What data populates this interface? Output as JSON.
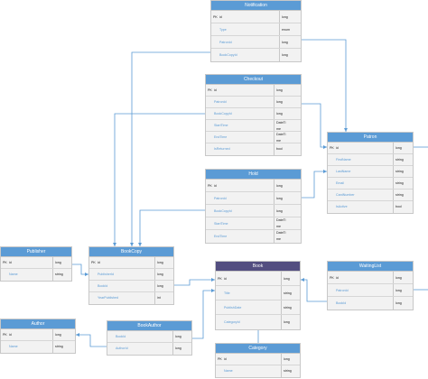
{
  "entities": [
    {
      "id": "notification",
      "title": "Notification",
      "header": "blue",
      "rows": [
        {
          "pk": "PK",
          "name": "id",
          "type": "long"
        },
        {
          "name": "Type",
          "type": "enum"
        },
        {
          "name": "PatronId",
          "type": "long"
        },
        {
          "name": "BookCopyId",
          "type": "long"
        }
      ]
    },
    {
      "id": "checkout",
      "title": "Checkout",
      "header": "blue",
      "rows": [
        {
          "pk": "PK",
          "name": "id",
          "type": "long"
        },
        {
          "name": "PatronId",
          "type": "long"
        },
        {
          "name": "BookCopyId",
          "type": "long"
        },
        {
          "name": "StartTime",
          "type": "DateTi\nme"
        },
        {
          "name": "EndTime",
          "type": "DateTi\nme"
        },
        {
          "name": "IsReturned",
          "type": "bool"
        }
      ]
    },
    {
      "id": "patron",
      "title": "Patron",
      "header": "blue",
      "rows": [
        {
          "pk": "PK",
          "name": "id",
          "type": "long"
        },
        {
          "name": "FirstName",
          "type": "string"
        },
        {
          "name": "LastName",
          "type": "string"
        },
        {
          "name": "Email",
          "type": "string"
        },
        {
          "name": "CardNumber",
          "type": "string"
        },
        {
          "name": "IsActive",
          "type": "bool"
        }
      ]
    },
    {
      "id": "hold",
      "title": "Hold",
      "header": "blue",
      "rows": [
        {
          "pk": "PK",
          "name": "id",
          "type": "long"
        },
        {
          "name": "PatronId",
          "type": "long"
        },
        {
          "name": "BookCopyId",
          "type": "long"
        },
        {
          "name": "StartTime",
          "type": "DateTi\nme"
        },
        {
          "name": "EndTime",
          "type": "DateTi\nme"
        }
      ]
    },
    {
      "id": "publisher",
      "title": "Publisher",
      "header": "blue",
      "rows": [
        {
          "pk": "PK",
          "name": "id",
          "type": "long"
        },
        {
          "name": "Name",
          "type": "string"
        }
      ]
    },
    {
      "id": "bookcopy",
      "title": "BookCopy",
      "header": "blue",
      "rows": [
        {
          "pk": "PK",
          "name": "id",
          "type": "long"
        },
        {
          "name": "PublisherId",
          "type": "long"
        },
        {
          "name": "BookId",
          "type": "long"
        },
        {
          "name": "YearPublished",
          "type": "int"
        }
      ]
    },
    {
      "id": "book",
      "title": "Book",
      "header": "dark",
      "rows": [
        {
          "pk": "PK",
          "name": "id",
          "type": "long"
        },
        {
          "name": "Title",
          "type": "string"
        },
        {
          "name": "PublishDate",
          "type": "string"
        },
        {
          "name": "CategoryId",
          "type": "long"
        }
      ]
    },
    {
      "id": "waitinglist",
      "title": "WaitingList",
      "header": "blue",
      "rows": [
        {
          "pk": "PK",
          "name": "id",
          "type": "long"
        },
        {
          "name": "PatronId",
          "type": "long"
        },
        {
          "name": "BookId",
          "type": "long"
        }
      ]
    },
    {
      "id": "author",
      "title": "Author",
      "header": "blue",
      "rows": [
        {
          "pk": "PK",
          "name": "id",
          "type": "long"
        },
        {
          "name": "Name",
          "type": "string"
        }
      ]
    },
    {
      "id": "bookauthor",
      "title": "BookAuthor",
      "header": "blue",
      "rows": [
        {
          "name": "BookId",
          "type": "long"
        },
        {
          "name": "AuthorId",
          "type": "long"
        }
      ]
    },
    {
      "id": "category",
      "title": "Category",
      "header": "blue",
      "rows": [
        {
          "pk": "PK",
          "name": "id",
          "type": "long"
        },
        {
          "name": "Name",
          "type": "string"
        }
      ]
    }
  ]
}
